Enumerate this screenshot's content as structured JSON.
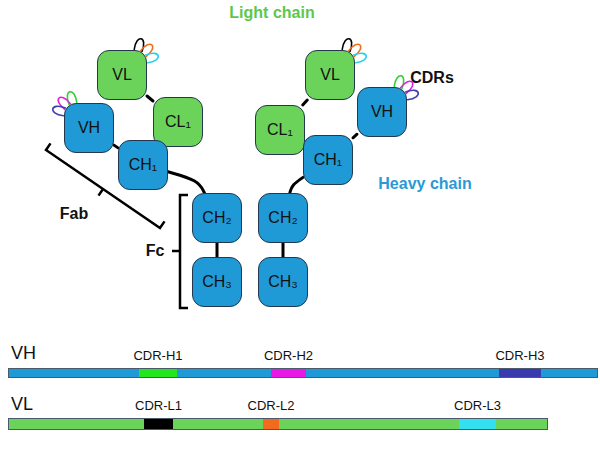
{
  "diagram": {
    "nodes": [
      {
        "text": [
          "VL"
        ]
      },
      {
        "text": [
          "VL"
        ]
      },
      {
        "text": [
          "VH"
        ]
      },
      {
        "text": [
          "CL₁"
        ]
      },
      {
        "text": [
          "CL₁"
        ]
      },
      {
        "text": [
          "VH"
        ]
      },
      {
        "text": [
          "CH₁"
        ]
      },
      {
        "text": [
          "CH₁"
        ]
      },
      {
        "text": [
          "CH₂"
        ]
      },
      {
        "text": [
          "CH₂"
        ]
      },
      {
        "text": [
          "CH₃"
        ]
      },
      {
        "text": [
          "CH₃"
        ]
      },
      {
        "text": [
          "VH"
        ]
      },
      {
        "text": [
          "CDR-H1"
        ],
        "in": 12
      },
      {
        "text": [
          "CDR-H2"
        ],
        "in": 12
      },
      {
        "text": [
          "CDR-H3"
        ],
        "in": 12
      },
      {
        "text": [
          "VL"
        ]
      },
      {
        "text": [
          "CDR-L1"
        ],
        "in": 16
      },
      {
        "text": [
          "CDR-L2"
        ],
        "in": 16
      },
      {
        "text": [
          "CDR-L3"
        ],
        "in": 16
      }
    ],
    "edges": [
      {
        "from": 0,
        "to": 3,
        "arrow": "none"
      },
      {
        "from": 2,
        "to": 6,
        "arrow": "none"
      },
      {
        "from": 6,
        "to": 8,
        "arrow": "none"
      },
      {
        "from": 8,
        "to": 10,
        "arrow": "none"
      },
      {
        "from": 1,
        "to": 4,
        "arrow": "none"
      },
      {
        "from": 5,
        "to": 7,
        "arrow": "none"
      },
      {
        "from": 7,
        "to": 9,
        "arrow": "none"
      },
      {
        "from": 9,
        "to": 11,
        "arrow": "none"
      }
    ],
    "labels": [
      "Light chain",
      "CDRs",
      "Heavy chain",
      "Fab",
      "Fc"
    ]
  }
}
